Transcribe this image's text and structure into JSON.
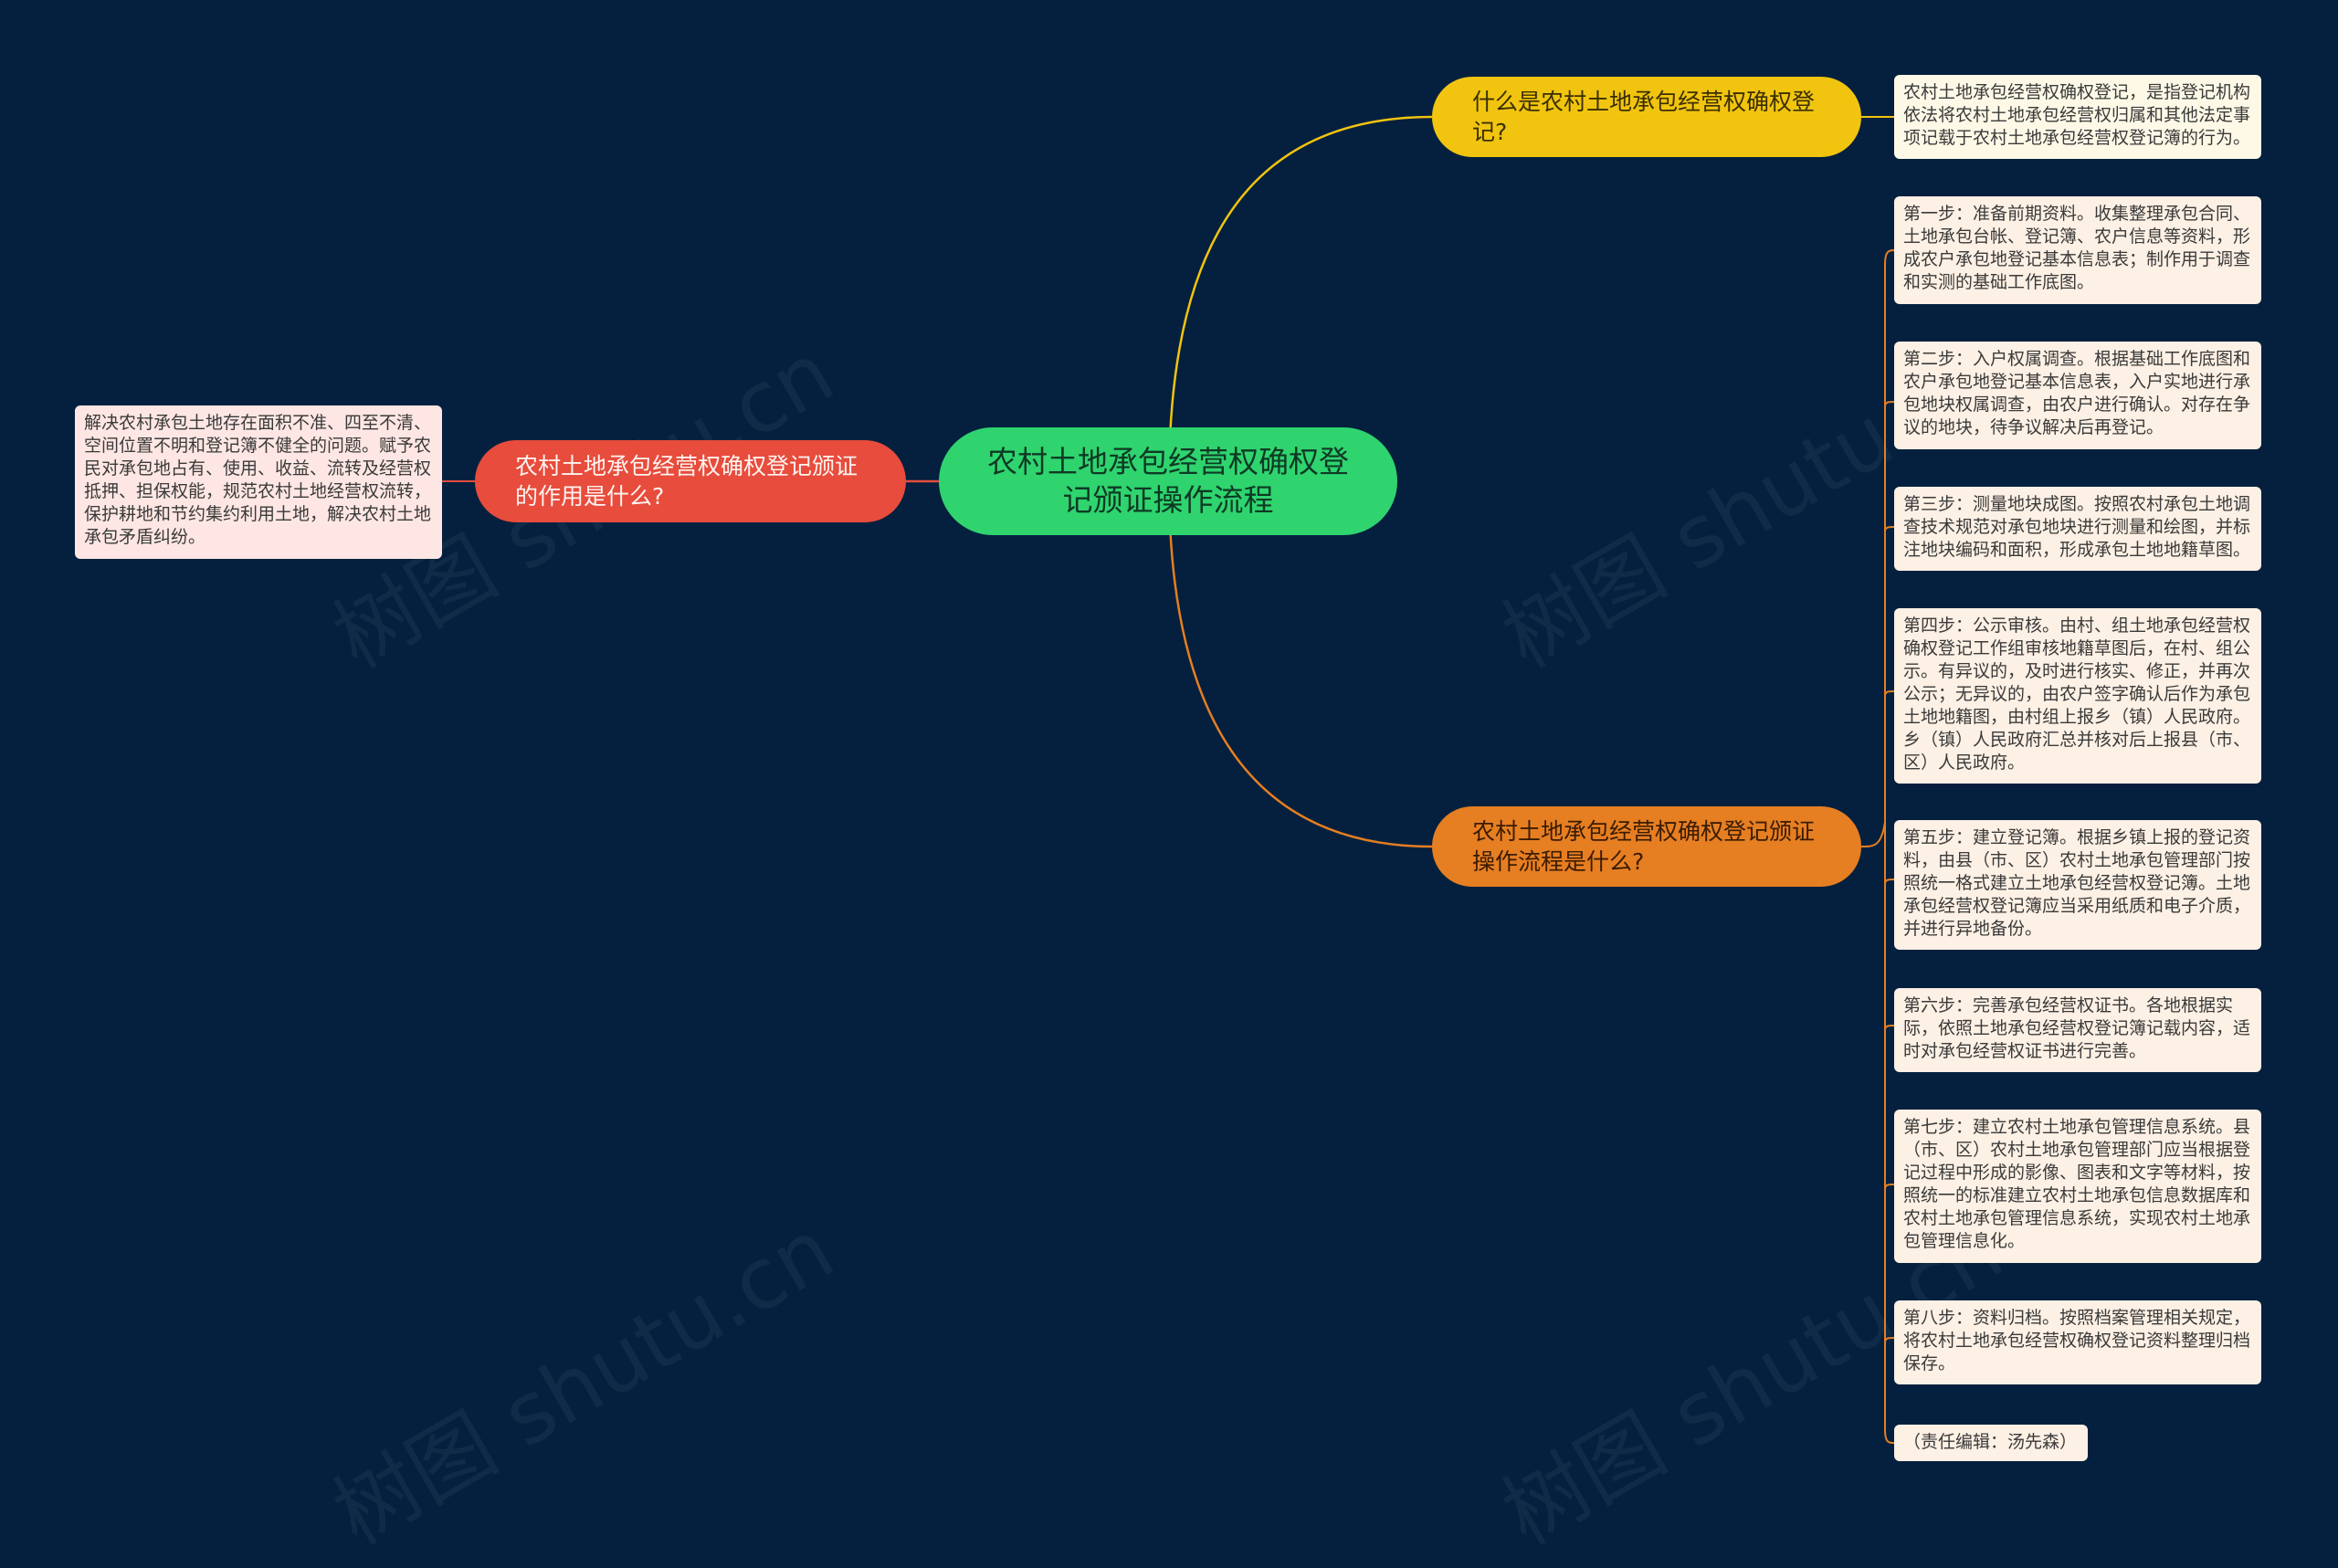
{
  "watermark": "树图 shutu.cn",
  "colors": {
    "background": "#04203e",
    "central": "#2fd46f",
    "branch_what": "#f1c40f",
    "branch_process": "#e67e22",
    "branch_role": "#e74c3c"
  },
  "central": {
    "title": "农村土地承包经营权确权登记颁证操作流程"
  },
  "branches": {
    "what": {
      "label": "什么是农村土地承包经营权确权登记?",
      "detail": "农村土地承包经营权确权登记，是指登记机构依法将农村土地承包经营权归属和其他法定事项记载于农村土地承包经营权登记簿的行为。"
    },
    "process": {
      "label": "农村土地承包经营权确权登记颁证操作流程是什么?",
      "steps": [
        "第一步：准备前期资料。收集整理承包合同、土地承包台帐、登记簿、农户信息等资料，形成农户承包地登记基本信息表；制作用于调查和实测的基础工作底图。",
        "第二步：入户权属调查。根据基础工作底图和农户承包地登记基本信息表，入户实地进行承包地块权属调查，由农户进行确认。对存在争议的地块，待争议解决后再登记。",
        "第三步：测量地块成图。按照农村承包土地调查技术规范对承包地块进行测量和绘图，并标注地块编码和面积，形成承包土地地籍草图。",
        "第四步：公示审核。由村、组土地承包经营权确权登记工作组审核地籍草图后，在村、组公示。有异议的，及时进行核实、修正，并再次公示；无异议的，由农户签字确认后作为承包土地地籍图，由村组上报乡（镇）人民政府。乡（镇）人民政府汇总并核对后上报县（市、区）人民政府。",
        "第五步：建立登记簿。根据乡镇上报的登记资料，由县（市、区）农村土地承包管理部门按照统一格式建立土地承包经营权登记簿。土地承包经营权登记簿应当采用纸质和电子介质，并进行异地备份。",
        "第六步：完善承包经营权证书。各地根据实际，依照土地承包经营权登记簿记载内容，适时对承包经营权证书进行完善。",
        "第七步：建立农村土地承包管理信息系统。县（市、区）农村土地承包管理部门应当根据登记过程中形成的影像、图表和文字等材料，按照统一的标准建立农村土地承包信息数据库和农村土地承包管理信息系统，实现农村土地承包管理信息化。",
        "第八步：资料归档。按照档案管理相关规定，将农村土地承包经营权确权登记资料整理归档保存。",
        "（责任编辑：汤先森）"
      ]
    },
    "role": {
      "label": "农村土地承包经营权确权登记颁证的作用是什么?",
      "detail": "解决农村承包土地存在面积不准、四至不清、空间位置不明和登记簿不健全的问题。赋予农民对承包地占有、使用、收益、流转及经营权抵押、担保权能，规范农村土地经营权流转，保护耕地和节约集约利用土地，解决农村土地承包矛盾纠纷。"
    }
  }
}
